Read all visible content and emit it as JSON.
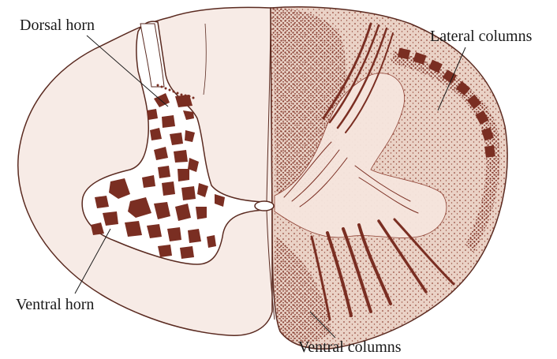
{
  "labels": {
    "dorsal_horn": "Dorsal horn",
    "lateral_columns": "Lateral columns",
    "ventral_horn": "Ventral horn",
    "ventral_columns": "Ventral columns"
  },
  "colors": {
    "tissue_fill": "#f7ebe6",
    "stained_fill": "#ead2c6",
    "stain": "#7a2e22",
    "outline": "#5a2a20",
    "background": "#ffffff"
  }
}
